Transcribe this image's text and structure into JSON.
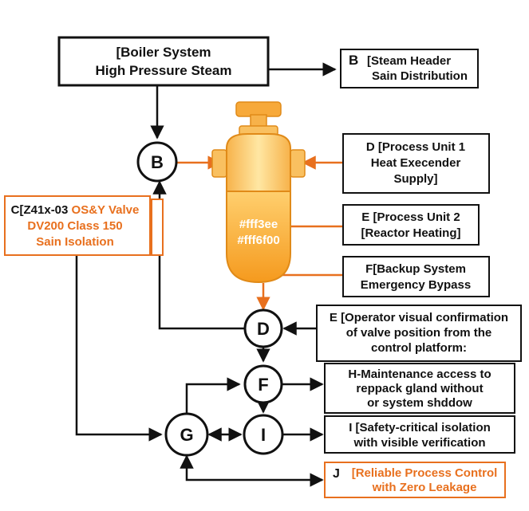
{
  "boiler": {
    "line1": "[Boiler System",
    "line2": "High Pressure Steam"
  },
  "steam_header": {
    "letter": "B",
    "line1": "[Steam Header",
    "line2": "Sain Distribution"
  },
  "process_unit_1": {
    "line1": "D [Process Unit 1",
    "line2": "Heat Execender",
    "line3": "Supply]"
  },
  "process_unit_2": {
    "line1": "E [Process Unit 2",
    "line2": "[Reactor Heating]"
  },
  "backup_system": {
    "line1": "F[Backup System",
    "line2": "Emergency Bypass"
  },
  "valve_label": {
    "line1_prefix": "C[Z41x-03 ",
    "line1_accent": "OS&Y Valve",
    "line2": "DV200 Class 150",
    "line3": "Sain Isolation"
  },
  "vessel": {
    "line1": "#fff3ee",
    "line2": "#fff6f00"
  },
  "operator_note": {
    "line1": "E [Operator visual confirmation",
    "line2": "of valve position from the",
    "line3": "control platform:"
  },
  "maintenance_note": {
    "line1": "H-Maintenance access to",
    "line2": "reppack gland without",
    "line3": "or system shddow"
  },
  "safety_note": {
    "line1": "I [Safety-critical isolation",
    "line2": "with visible verification"
  },
  "result_note": {
    "letter": "J",
    "line1": "[Reliable Process Control",
    "line2": "with Zero Leakage"
  },
  "nodes": {
    "b": "B",
    "d": "D",
    "f": "F",
    "g": "G",
    "i": "I"
  },
  "colors": {
    "accent": "#e8701e",
    "vessel_light": "#fff3c8",
    "vessel_mid": "#ffd27a",
    "vessel_dark": "#f5a623",
    "ink": "#111111"
  }
}
